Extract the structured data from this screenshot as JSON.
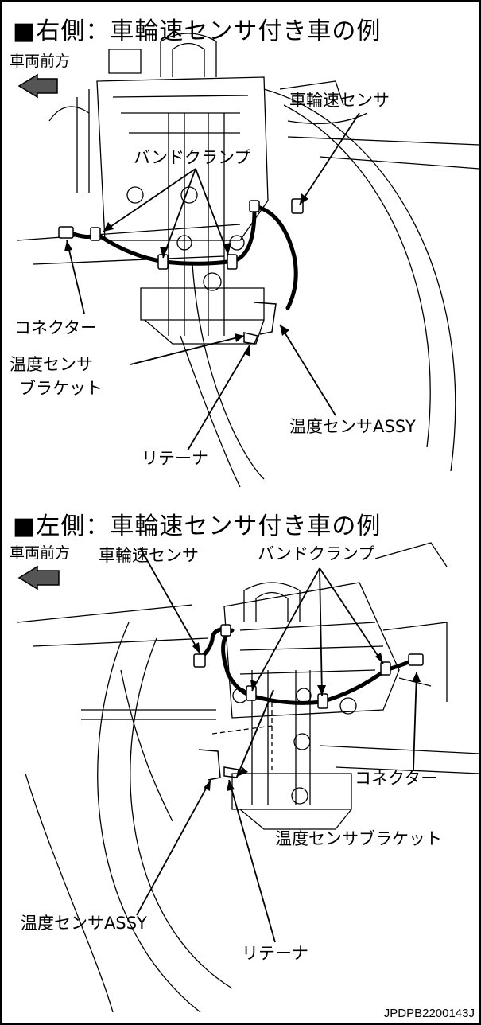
{
  "right_panel": {
    "heading": "■右側：車輪速センサ付き車の例",
    "direction_label": "車両前方",
    "labels": {
      "wheel_speed_sensor": "車輪速センサ",
      "band_clamp": "バンドクランプ",
      "connector": "コネクター",
      "temp_sensor_bracket_line1": "温度センサ",
      "temp_sensor_bracket_line2": "ブラケット",
      "temp_sensor_assy": "温度センサASSY",
      "retainer": "リテーナ"
    }
  },
  "left_panel": {
    "heading": "■左側：車輪速センサ付き車の例",
    "direction_label": "車両前方",
    "labels": {
      "wheel_speed_sensor": "車輪速センサ",
      "band_clamp": "バンドクランプ",
      "connector": "コネクター",
      "temp_sensor_bracket": "温度センサブラケット",
      "temp_sensor_assy": "温度センサASSY",
      "retainer": "リテーナ"
    }
  },
  "document_id": "JPDPB2200143J",
  "colors": {
    "line": "#000000",
    "background": "#ffffff",
    "arrow_fill": "#555555"
  }
}
